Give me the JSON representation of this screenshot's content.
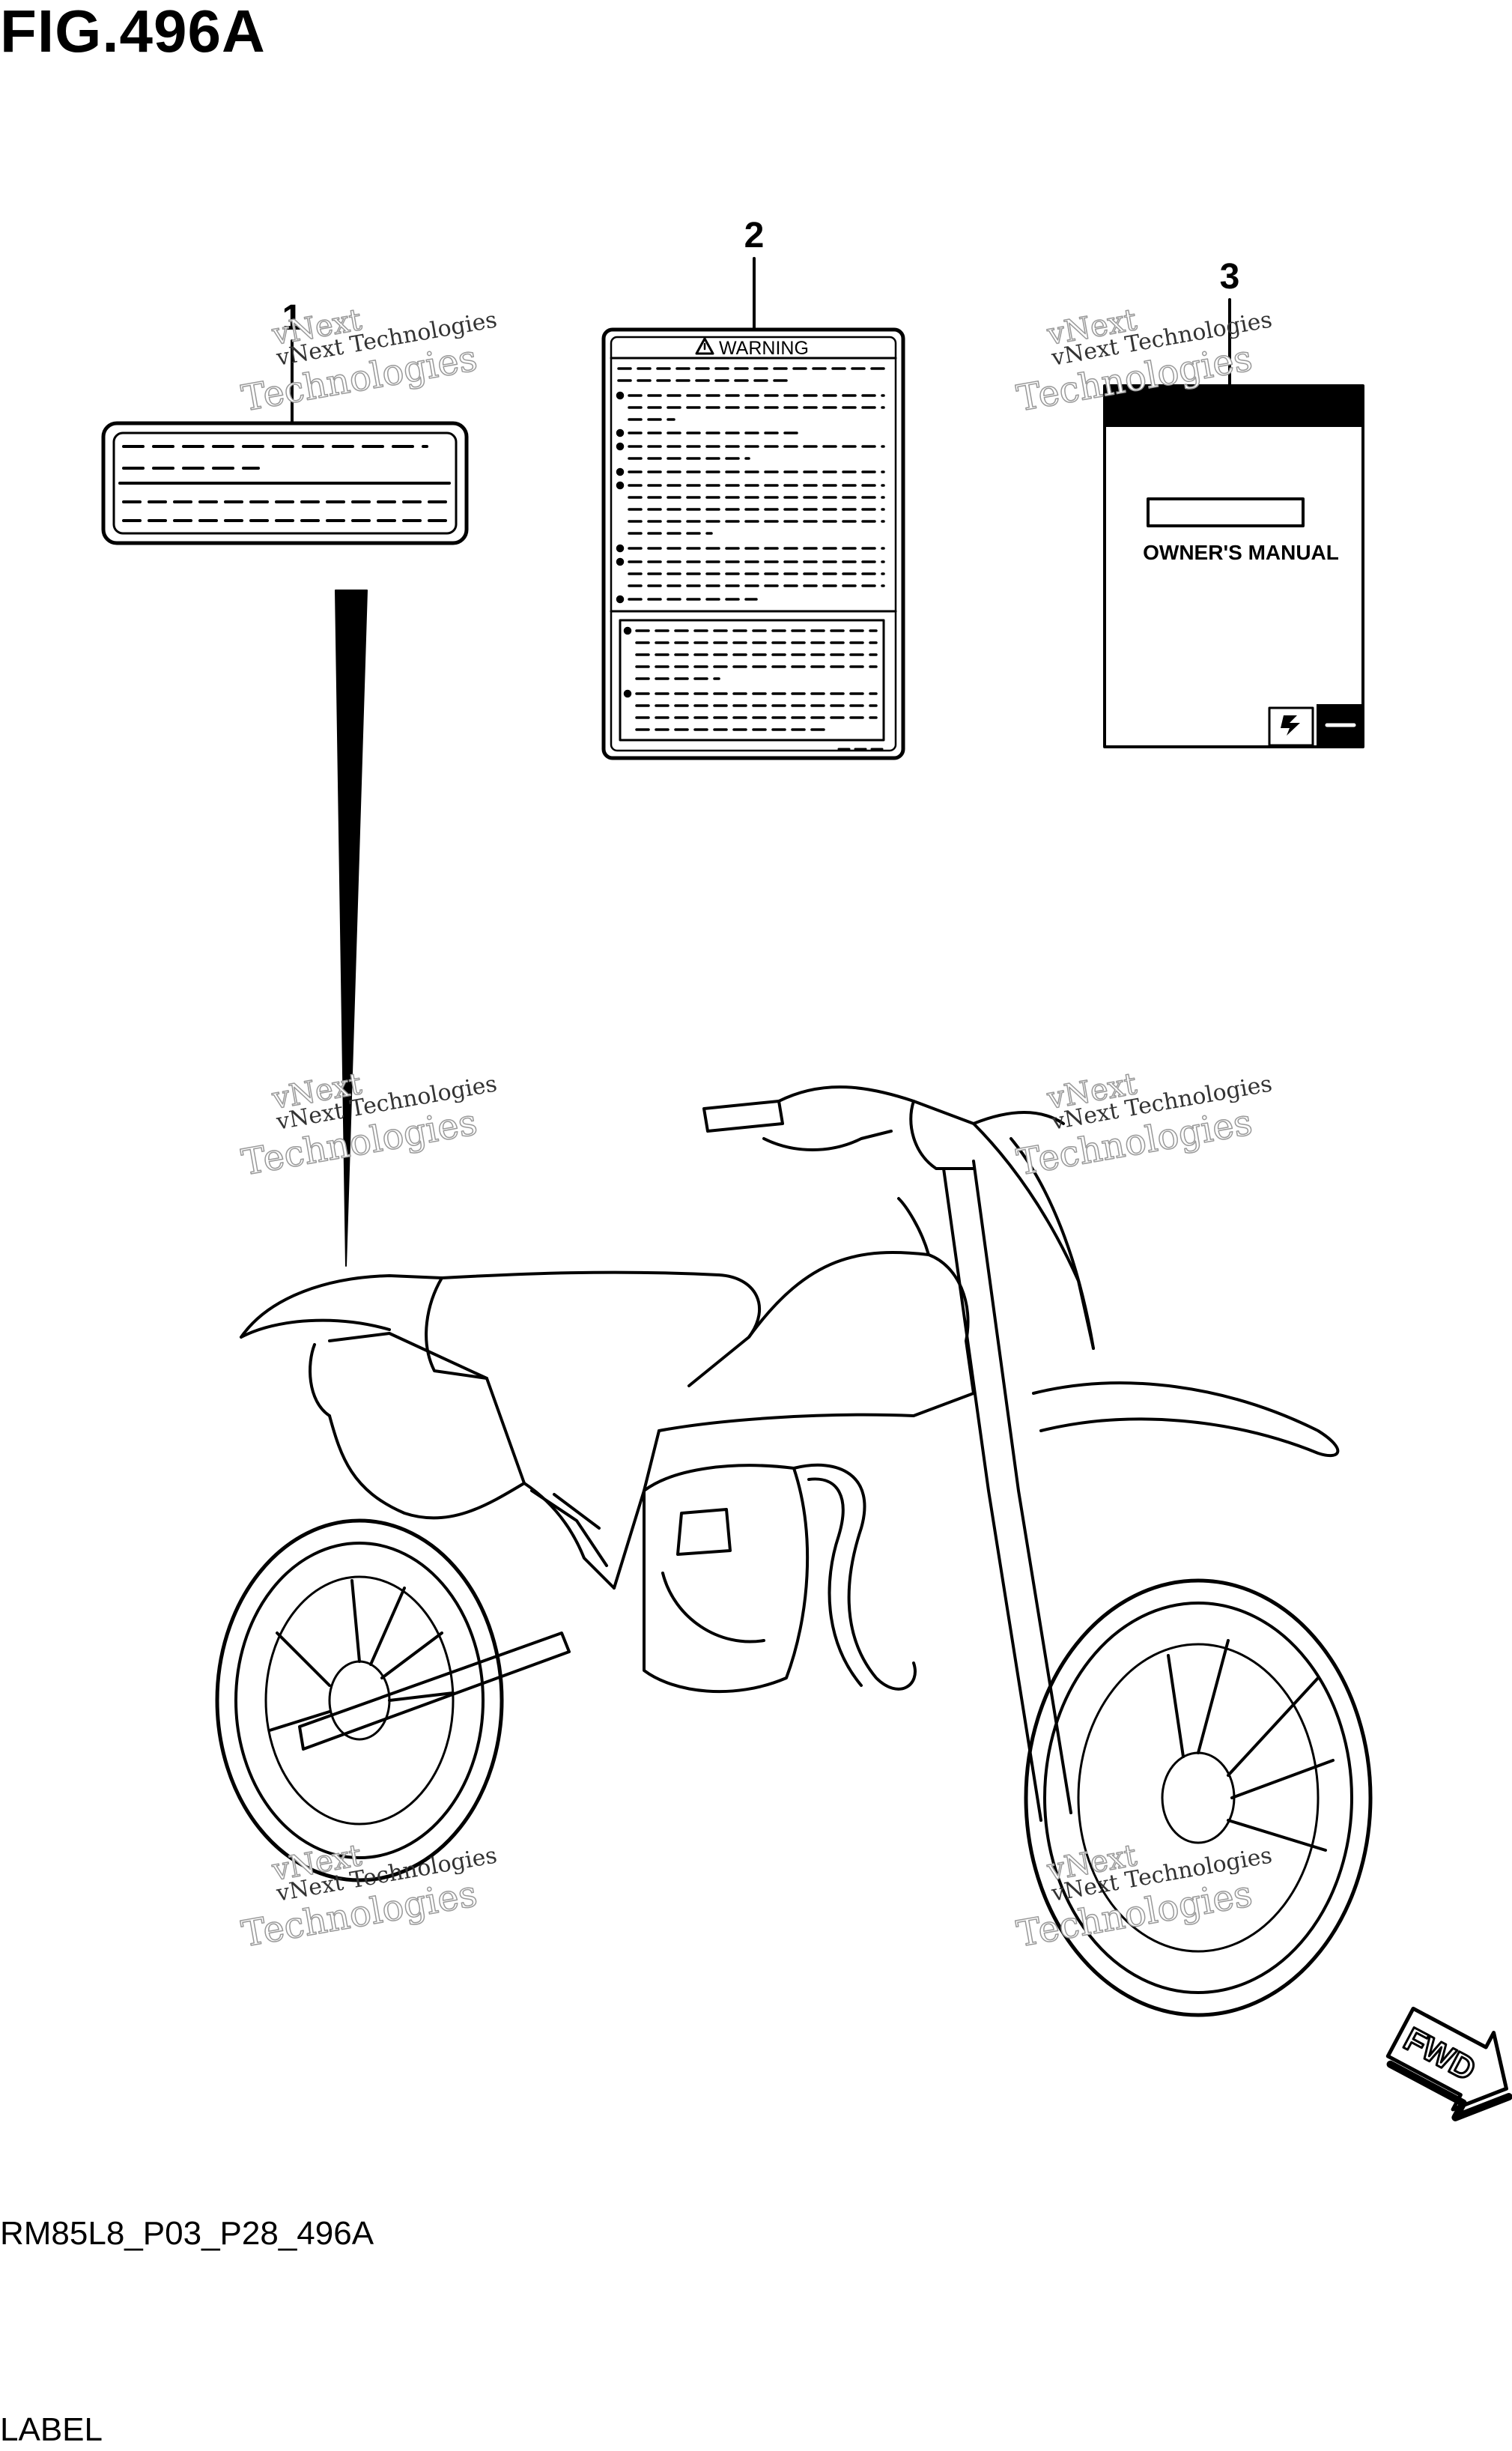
{
  "figure": {
    "title": "FIG.496A",
    "diagram_code": "RM85L8_P03_P28_496A",
    "section_name": "LABEL"
  },
  "callouts": [
    {
      "number": "1",
      "part": "label-1"
    },
    {
      "number": "2",
      "part": "warning-label"
    },
    {
      "number": "3",
      "part": "owners-manual"
    }
  ],
  "warning_label": {
    "heading": "WARNING"
  },
  "manual": {
    "title": "OWNER'S MANUAL"
  },
  "direction_arrow": {
    "text": "FWD"
  },
  "watermark": {
    "line1": "vNext Technologies",
    "line2": "vNext",
    "line3": "Technologies"
  }
}
